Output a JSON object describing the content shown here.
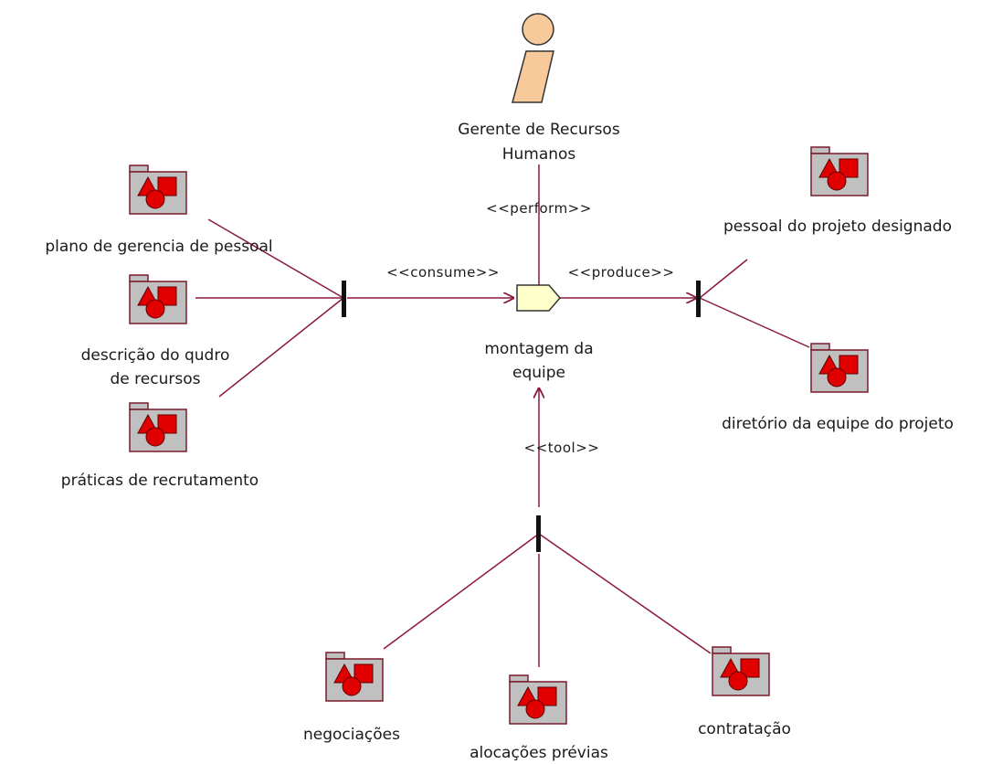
{
  "actor": {
    "label_line1": "Gerente de Recursos",
    "label_line2": "Humanos"
  },
  "activity": {
    "label_line1": "montagem da",
    "label_line2": "equipe"
  },
  "stereotypes": {
    "perform": "<<perform>>",
    "consume": "<<consume>>",
    "produce": "<<produce>>",
    "tool": "<<tool>>"
  },
  "inputs": [
    {
      "id": "plano",
      "label_line1": "plano de gerencia de pessoal",
      "label_line2": ""
    },
    {
      "id": "descricao",
      "label_line1": "descrição do qudro",
      "label_line2": "de recursos"
    },
    {
      "id": "praticas",
      "label_line1": "práticas de recrutamento",
      "label_line2": ""
    }
  ],
  "outputs": [
    {
      "id": "pessoal",
      "label_line1": "pessoal do projeto designado"
    },
    {
      "id": "diretorio",
      "label_line1": "diretório da equipe do projeto"
    }
  ],
  "tools": [
    {
      "id": "negociacoes",
      "label_line1": "negociações"
    },
    {
      "id": "alocacoes",
      "label_line1": "alocações prévias"
    },
    {
      "id": "contratacao",
      "label_line1": "contratação"
    }
  ],
  "colors": {
    "line": "#8b1a3a",
    "bar": "#111111",
    "package_fill": "#c0c0c0",
    "package_border": "#7a1a2a",
    "shape_red": "#e00000",
    "actor_fill": "#f8c99a",
    "activity_fill": "#ffffcc"
  },
  "icons": {
    "package": "package-icon",
    "actor": "actor-icon",
    "activity": "activity-icon"
  }
}
